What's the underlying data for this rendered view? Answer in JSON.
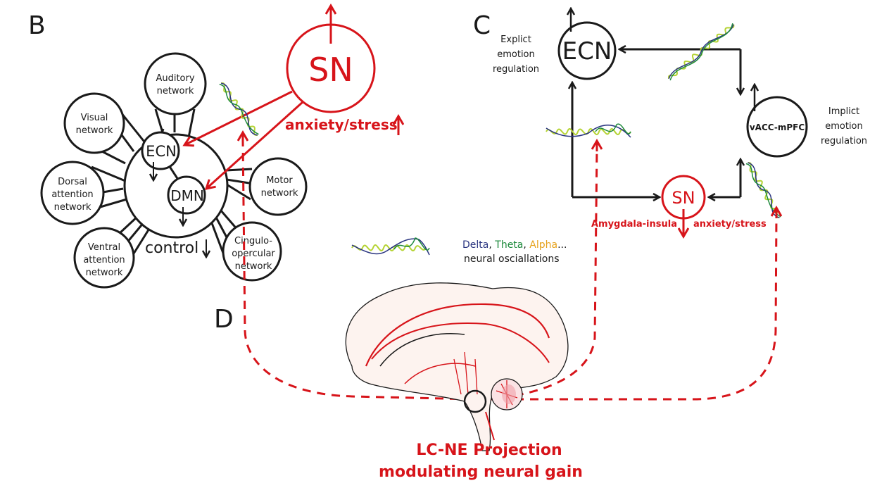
{
  "figure": {
    "colors": {
      "ink": "#1a1a1a",
      "accent_red": "#d7141a",
      "delta": "#2a3580",
      "theta": "#1e8a3c",
      "alpha": "#e6a21c",
      "osc_yellowgreen": "#b5d334"
    },
    "panel_b": {
      "letter": "B",
      "hub_nodes": {
        "ecn": "ECN",
        "dmn": "DMN"
      },
      "sn": {
        "label": "SN",
        "note": "anxiety/stress",
        "note_arrow": "↑"
      },
      "control": {
        "label": "control",
        "arrow": "↓"
      },
      "networks": [
        {
          "line1": "Auditory",
          "line2": "network"
        },
        {
          "line1": "Visual",
          "line2": "network"
        },
        {
          "line1": "Dorsal",
          "line2": "attention",
          "line3": "network"
        },
        {
          "line1": "Ventral",
          "line2": "attention",
          "line3": "network"
        },
        {
          "line1": "Motor",
          "line2": "network"
        },
        {
          "line1": "Cingulo-",
          "line2": "opercular",
          "line3": "network"
        }
      ]
    },
    "panel_c": {
      "letter": "C",
      "ecn": {
        "label": "ECN",
        "desc": [
          "Explict",
          "emotion",
          "regulation"
        ]
      },
      "vacc": {
        "label": "vACC-mPFC",
        "desc": [
          "Implict",
          "emotion",
          "regulation"
        ]
      },
      "sn": {
        "label": "SN",
        "left_note": "Amygdala-insula",
        "right_note": "anxiety/stress"
      }
    },
    "legend": {
      "delta": "Delta",
      "comma1": ", ",
      "theta": "Theta",
      "comma2": ", ",
      "alpha": "Alpha",
      "ellipsis": "...",
      "line2": "neural osciallations"
    },
    "panel_d": {
      "letter": "D",
      "caption_line1": "LC-NE Projection",
      "caption_line2": "modulating neural gain"
    }
  }
}
